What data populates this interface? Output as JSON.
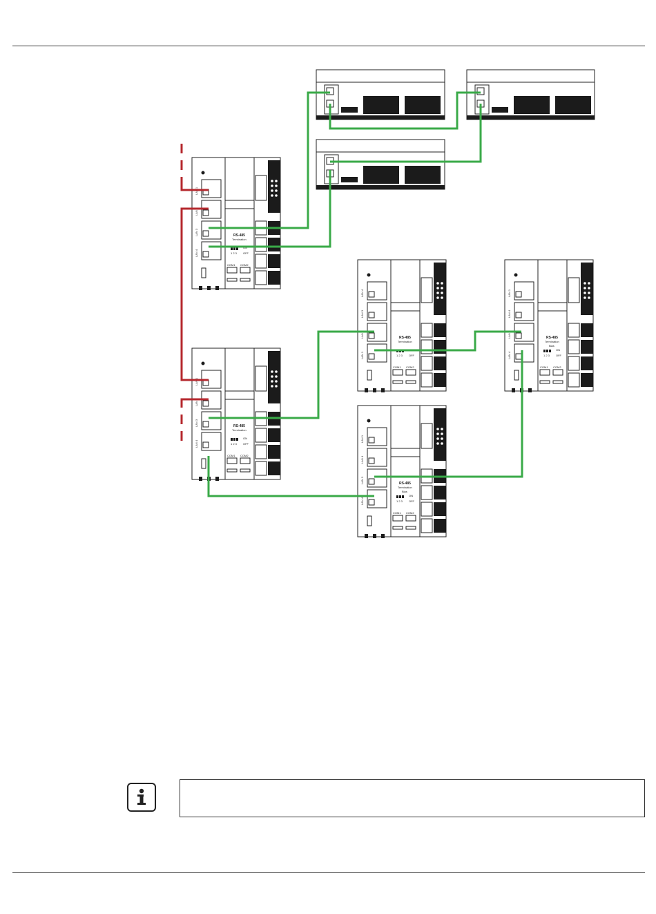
{
  "colors": {
    "green_cable": "#3aaa48",
    "red_cable": "#b5282e",
    "device_outline": "#222222",
    "device_dark": "#1b1b1b"
  },
  "icons": {
    "note": "info-icon"
  },
  "labels": {
    "rs485": "RS-485",
    "termination": "Termination",
    "bias": "Bias",
    "on": "ON",
    "off": "OFF",
    "dip_numbers": "1 2 3",
    "com1": "COM1",
    "com2": "COM2",
    "lan1": "LAN 1",
    "lan2": "LAN 2",
    "lan3": "LAN 3",
    "lan4": "LAN 4"
  },
  "note": {
    "text": ""
  }
}
